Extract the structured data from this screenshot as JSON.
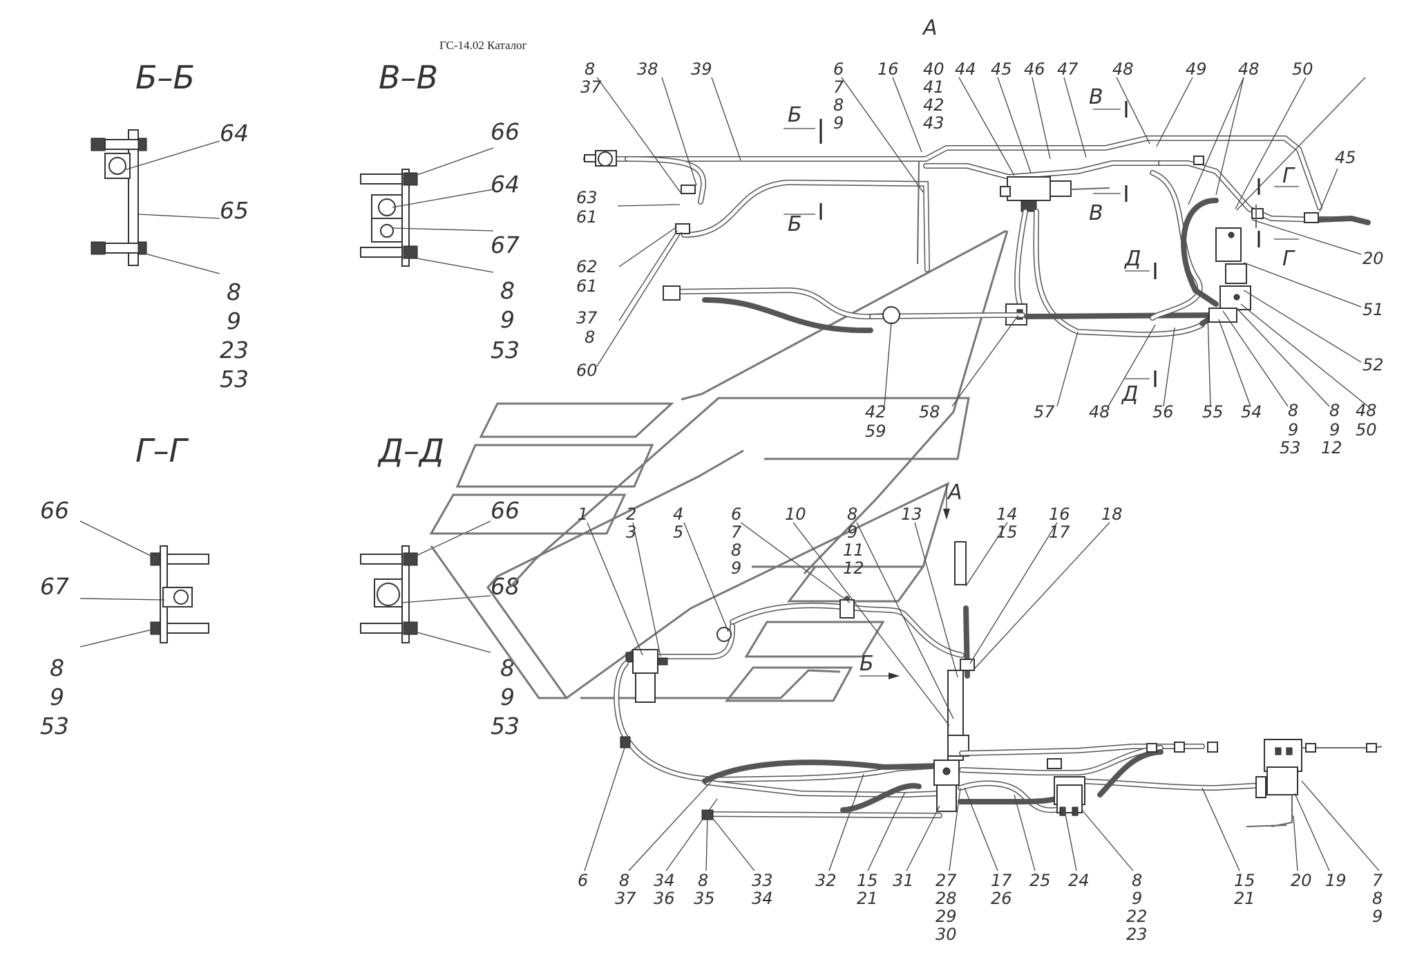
{
  "document_title": "ГС-14.02 Каталог",
  "view_letters": {
    "A_top": "А",
    "A_arrow": "А",
    "B_arrow": "Б",
    "B_cut1": "Б",
    "B_cut2": "Б",
    "V_cut1": "В",
    "V_cut2": "В",
    "G_cut1": "Г",
    "G_cut2": "Г",
    "D_cut1": "Д",
    "D_cut2": "Д"
  },
  "sections": [
    {
      "id": "bb",
      "title": "Б–Б",
      "callouts": [
        "64",
        "65"
      ],
      "stack": [
        "8",
        "9",
        "23",
        "53"
      ]
    },
    {
      "id": "vv",
      "title": "В–В",
      "callouts": [
        "66",
        "64",
        "67"
      ],
      "stack": [
        "8",
        "9",
        "53"
      ]
    },
    {
      "id": "gg",
      "title": "Г–Г",
      "callouts": [
        "66",
        "67"
      ],
      "stack": [
        "8",
        "9",
        "53"
      ]
    },
    {
      "id": "dd",
      "title": "Д–Д",
      "callouts": [
        "66",
        "68"
      ],
      "stack": [
        "8",
        "9",
        "53"
      ]
    }
  ],
  "upper_callouts": [
    {
      "id": "u1",
      "lines": [
        "8",
        "37"
      ]
    },
    {
      "id": "u2",
      "lines": [
        "38"
      ]
    },
    {
      "id": "u3",
      "lines": [
        "39"
      ]
    },
    {
      "id": "u4",
      "lines": [
        "6",
        "7",
        "8",
        "9"
      ]
    },
    {
      "id": "u5",
      "lines": [
        "16"
      ]
    },
    {
      "id": "u6",
      "lines": [
        "40",
        "41",
        "42",
        "43"
      ]
    },
    {
      "id": "u7",
      "lines": [
        "44"
      ]
    },
    {
      "id": "u8",
      "lines": [
        "45"
      ]
    },
    {
      "id": "u9",
      "lines": [
        "46"
      ]
    },
    {
      "id": "u10",
      "lines": [
        "47"
      ]
    },
    {
      "id": "u11",
      "lines": [
        "48"
      ]
    },
    {
      "id": "u12",
      "lines": [
        "49"
      ]
    },
    {
      "id": "u13",
      "lines": [
        "48"
      ]
    },
    {
      "id": "u14",
      "lines": [
        "50"
      ]
    },
    {
      "id": "u15",
      "lines": [
        "45"
      ]
    },
    {
      "id": "u16",
      "lines": [
        "20"
      ]
    },
    {
      "id": "u17",
      "lines": [
        "51"
      ]
    },
    {
      "id": "u18",
      "lines": [
        "52"
      ]
    },
    {
      "id": "u19",
      "lines": [
        "48",
        "50"
      ]
    },
    {
      "id": "u20",
      "lines": [
        "8",
        "9",
        "12"
      ]
    },
    {
      "id": "u21",
      "lines": [
        "8",
        "9",
        "53"
      ]
    },
    {
      "id": "u22",
      "lines": [
        "54"
      ]
    },
    {
      "id": "u23",
      "lines": [
        "55"
      ]
    },
    {
      "id": "u24",
      "lines": [
        "56"
      ]
    },
    {
      "id": "u25",
      "lines": [
        "48"
      ]
    },
    {
      "id": "u26",
      "lines": [
        "57"
      ]
    },
    {
      "id": "u27",
      "lines": [
        "58"
      ]
    },
    {
      "id": "u28",
      "lines": [
        "42",
        "59"
      ]
    },
    {
      "id": "u29",
      "lines": [
        "63",
        "61"
      ]
    },
    {
      "id": "u30",
      "lines": [
        "62",
        "61"
      ]
    },
    {
      "id": "u31",
      "lines": [
        "37",
        "8"
      ]
    },
    {
      "id": "u32",
      "lines": [
        "60"
      ]
    }
  ],
  "lower_callouts": [
    {
      "id": "l1",
      "lines": [
        "1"
      ]
    },
    {
      "id": "l2",
      "lines": [
        "2",
        "3"
      ]
    },
    {
      "id": "l3",
      "lines": [
        "4",
        "5"
      ]
    },
    {
      "id": "l4",
      "lines": [
        "6",
        "7",
        "8",
        "9"
      ]
    },
    {
      "id": "l5",
      "lines": [
        "10"
      ]
    },
    {
      "id": "l6",
      "lines": [
        "8",
        "9",
        "11",
        "12"
      ]
    },
    {
      "id": "l7",
      "lines": [
        "13"
      ]
    },
    {
      "id": "l8",
      "lines": [
        "14",
        "15"
      ]
    },
    {
      "id": "l9",
      "lines": [
        "16",
        "17"
      ]
    },
    {
      "id": "l10",
      "lines": [
        "18"
      ]
    },
    {
      "id": "l11",
      "lines": [
        "6"
      ]
    },
    {
      "id": "l12",
      "lines": [
        "8",
        "37"
      ]
    },
    {
      "id": "l13",
      "lines": [
        "34",
        "36"
      ]
    },
    {
      "id": "l14",
      "lines": [
        "8",
        "35"
      ]
    },
    {
      "id": "l15",
      "lines": [
        "33",
        "34"
      ]
    },
    {
      "id": "l16",
      "lines": [
        "32"
      ]
    },
    {
      "id": "l17",
      "lines": [
        "15",
        "21"
      ]
    },
    {
      "id": "l18",
      "lines": [
        "31"
      ]
    },
    {
      "id": "l19",
      "lines": [
        "27",
        "28",
        "29",
        "30"
      ]
    },
    {
      "id": "l20",
      "lines": [
        "17",
        "26"
      ]
    },
    {
      "id": "l21",
      "lines": [
        "25"
      ]
    },
    {
      "id": "l22",
      "lines": [
        "24"
      ]
    },
    {
      "id": "l23",
      "lines": [
        "8",
        "9",
        "22",
        "23"
      ]
    },
    {
      "id": "l24",
      "lines": [
        "15",
        "21"
      ]
    },
    {
      "id": "l25",
      "lines": [
        "20"
      ]
    },
    {
      "id": "l26",
      "lines": [
        "19"
      ]
    },
    {
      "id": "l27",
      "lines": [
        "7",
        "8",
        "9"
      ]
    }
  ]
}
